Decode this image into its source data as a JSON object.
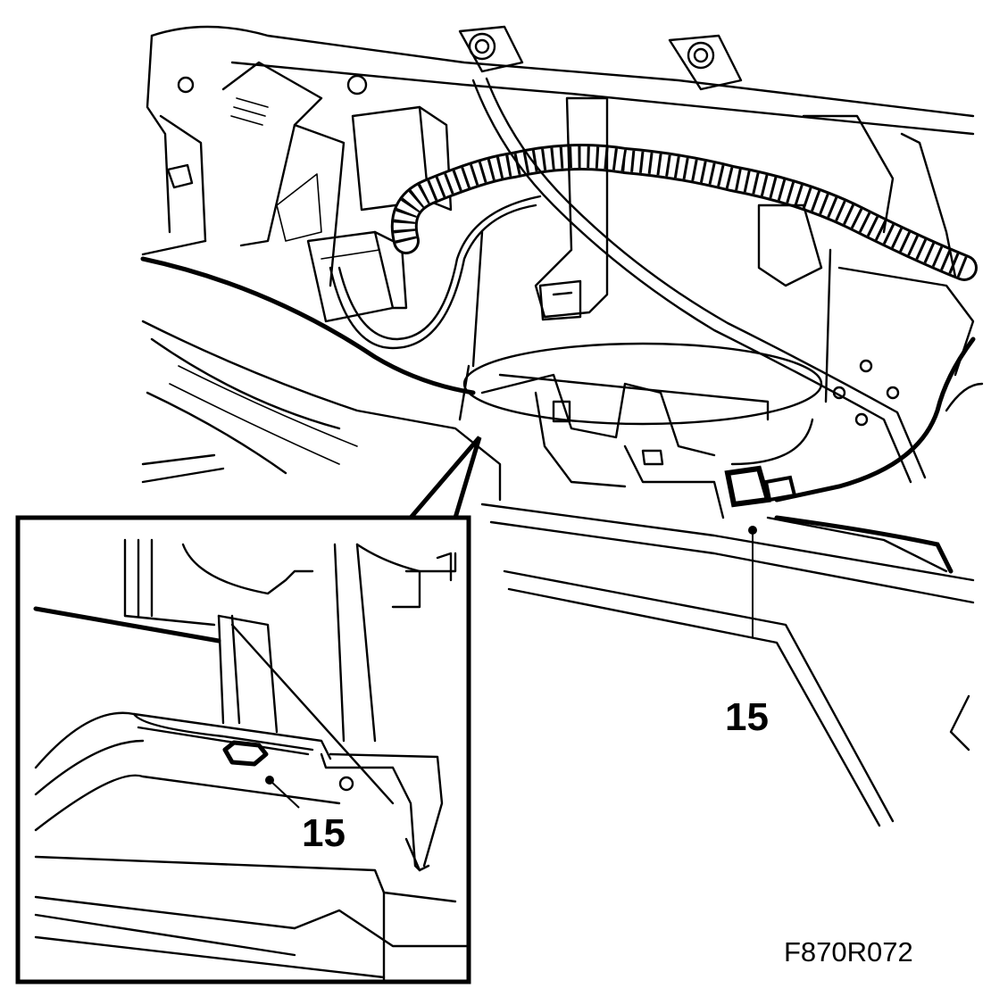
{
  "figure": {
    "id": "F870R072",
    "callouts": {
      "main": "15",
      "detail": "15"
    }
  }
}
